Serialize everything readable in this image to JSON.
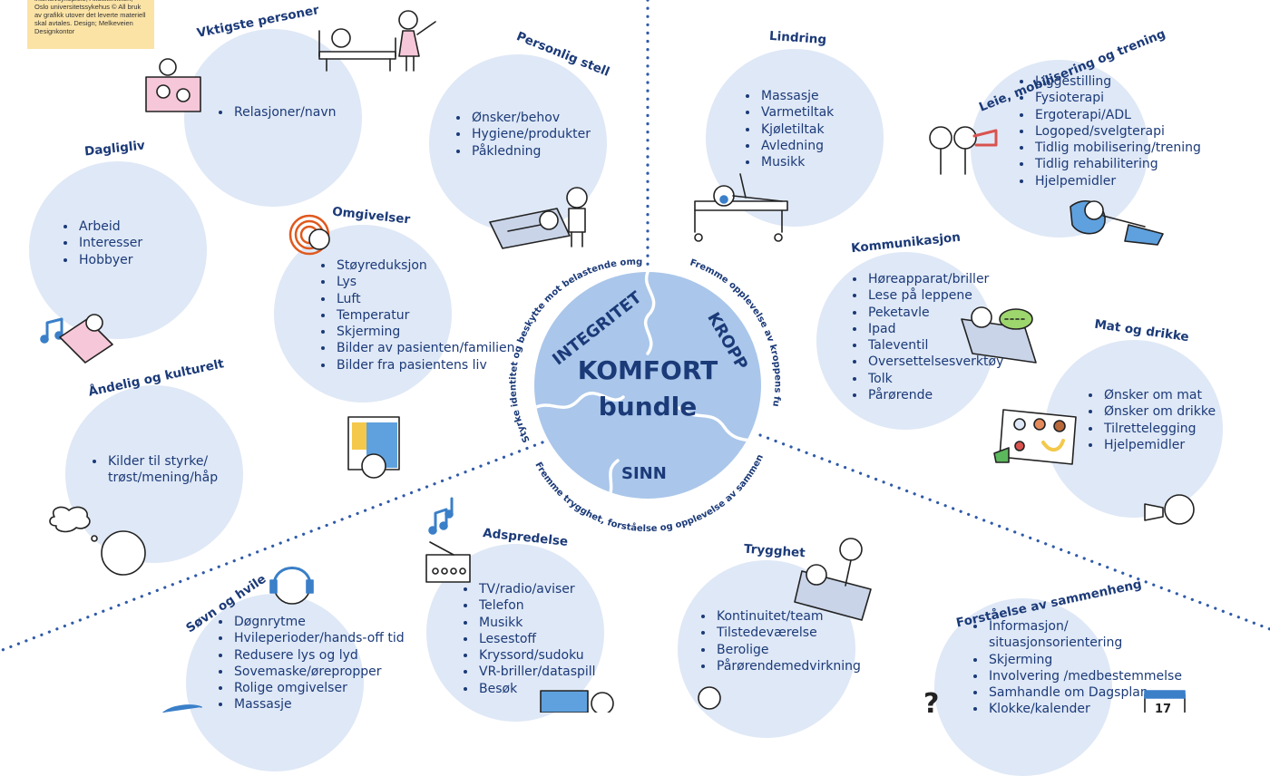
{
  "credit": "intensivsykepleie, Akuttklinikken,\nOslo universitetssykehus © All bruk\nav grafikk utover det leverte materiell\nskal avtales. Design; Melkeveien\nDesignkontor",
  "center": {
    "word_top": "INTEGRITET",
    "word_right": "KROPP",
    "word_bottom": "SINN",
    "title_line1": "KOMFORT",
    "title_line2": "bundle",
    "arc_left": "Styrke identitet og beskytte mot belastende omgivelser",
    "arc_right": "Fremme opplevelse av kroppens funksjon",
    "arc_bottom": "Fremme trygghet, forståelse og opplevelse av sammenheng"
  },
  "sections": {
    "vktigste": {
      "title": "Vktigste personer",
      "items": [
        "Relasjoner/navn"
      ]
    },
    "personlig": {
      "title": "Personlig stell",
      "items": [
        "Ønsker/behov",
        "Hygiene/produkter",
        "Påkledning"
      ]
    },
    "dagligliv": {
      "title": "Dagligliv",
      "items": [
        "Arbeid",
        "Interesser",
        "Hobbyer"
      ]
    },
    "omgivelser": {
      "title": "Omgivelser",
      "items": [
        "Støyreduksjon",
        "Lys",
        "Luft",
        "Temperatur",
        "Skjerming",
        "Bilder av pasienten/familien",
        "Bilder fra pasientens liv"
      ]
    },
    "andelig": {
      "title": "Åndelig og kulturelt",
      "items": [
        "Kilder til styrke/\ntrøst/mening/håp"
      ]
    },
    "lindring": {
      "title": "Lindring",
      "items": [
        "Massasje",
        "Varmetiltak",
        "Kjøletiltak",
        "Avledning",
        "Musikk"
      ]
    },
    "leie": {
      "title": "Leie, mobilisering og trening",
      "items": [
        "Liggestilling",
        "Fysioterapi",
        "Ergoterapi/ADL",
        "Logoped/svelgterapi",
        "Tidlig mobilisering/trening",
        "Tidlig rehabilitering",
        "Hjelpemidler"
      ]
    },
    "kommunikasjon": {
      "title": "Kommunikasjon",
      "items": [
        "Høreapparat/briller",
        "Lese på leppene",
        "Peketavle",
        "Ipad",
        "Taleventil",
        "Oversettelsesverktøy",
        "Tolk",
        "Pårørende"
      ]
    },
    "mat": {
      "title": "Mat og drikke",
      "items": [
        "Ønsker om mat",
        "Ønsker om drikke",
        "Tilrettelegging",
        "Hjelpemidler"
      ]
    },
    "sovn": {
      "title": "Søvn og hvile",
      "items": [
        "Døgnrytme",
        "Hvileperioder/hands-off tid",
        "Redusere lys og lyd",
        "Sovemaske/ørepropper",
        "Rolige omgivelser",
        "Massasje"
      ]
    },
    "adspredelse": {
      "title": "Adspredelse",
      "items": [
        "TV/radio/aviser",
        "Telefon",
        "Musikk",
        "Lesestoff",
        "Kryssord/sudoku",
        "VR-briller/dataspill",
        "Besøk"
      ]
    },
    "trygghet": {
      "title": "Trygghet",
      "items": [
        "Kontinuitet/team",
        "Tilstedeværelse",
        "Berolige",
        "Pårørendemedvirkning"
      ]
    },
    "forstaelse": {
      "title": "Forståelse av sammenheng",
      "items": [
        "Informasjon/\nsituasjonsorientering",
        "Skjerming",
        "Involvering /medbestemmelse",
        "Samhandle om Dagsplan",
        "Klokke/kalender"
      ]
    }
  },
  "calendar_day": "17",
  "colors": {
    "circle": "#dfe8f6",
    "center": "#aac6ea",
    "text": "#1b3a78",
    "dots": "#2f5aa8",
    "accent": "#e0591e"
  }
}
